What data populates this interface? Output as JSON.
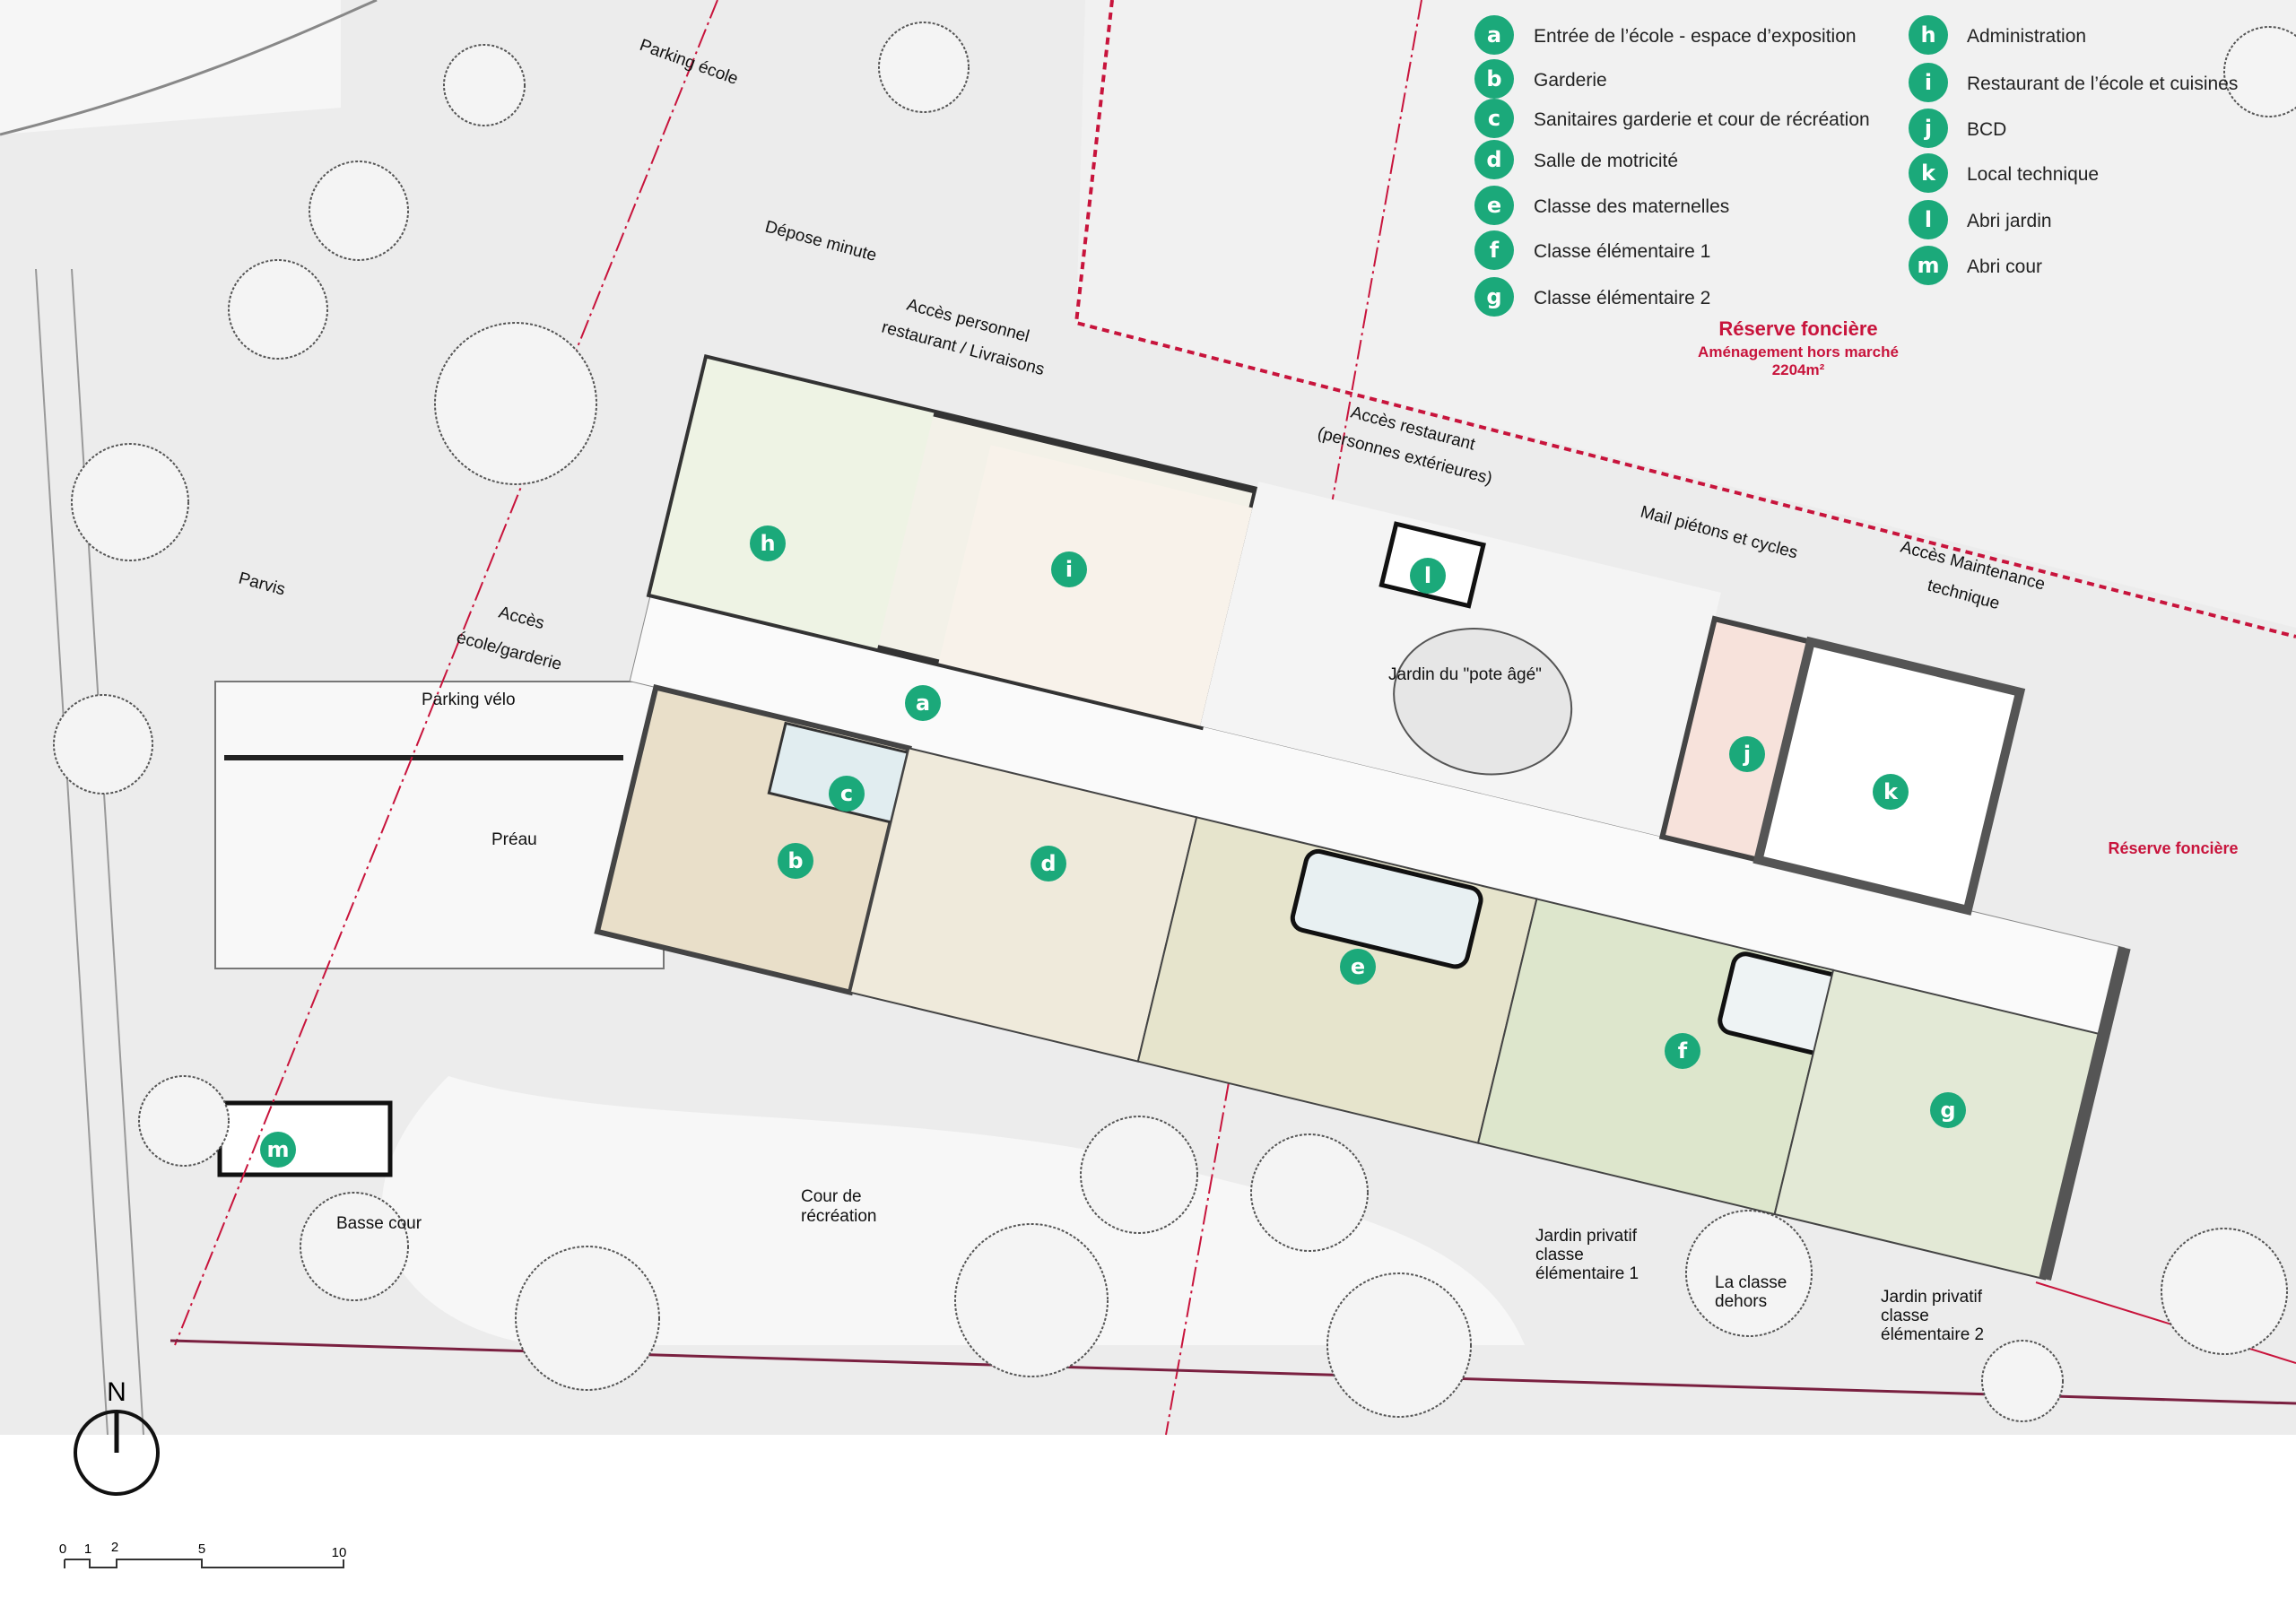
{
  "legend": {
    "items": [
      {
        "key": "a",
        "label": "Entrée de l’école - espace d’exposition"
      },
      {
        "key": "b",
        "label": "Garderie"
      },
      {
        "key": "c",
        "label": "Sanitaires garderie et cour de récréation"
      },
      {
        "key": "d",
        "label": "Salle de motricité"
      },
      {
        "key": "e",
        "label": "Classe des maternelles"
      },
      {
        "key": "f",
        "label": "Classe élémentaire 1"
      },
      {
        "key": "g",
        "label": "Classe élémentaire 2"
      },
      {
        "key": "h",
        "label": "Administration"
      },
      {
        "key": "i",
        "label": "Restaurant de l’école et cuisines"
      },
      {
        "key": "j",
        "label": "BCD"
      },
      {
        "key": "k",
        "label": "Local technique"
      },
      {
        "key": "l",
        "label": "Abri jardin"
      },
      {
        "key": "m",
        "label": "Abri cour"
      }
    ]
  },
  "reserve": {
    "title": "Réserve foncière",
    "subtitle": "Aménagement hors marché",
    "area": "2204m²",
    "east_label": "Réserve foncière"
  },
  "labels": {
    "parking_ecole": "Parking école",
    "depose_minute": "Dépose minute",
    "acces_personnel_1": "Accès personnel",
    "acces_personnel_2": "restaurant / Livraisons",
    "acces_restaurant_1": "Accès restaurant",
    "acces_restaurant_2": "(personnes extérieures)",
    "mail": "Mail piétons et cycles",
    "acces_maintenance_1": "Accès Maintenance",
    "acces_maintenance_2": "technique",
    "parvis": "Parvis",
    "acces_ecole_1": "Accès",
    "acces_ecole_2": "école/garderie",
    "parking_velo": "Parking vélo",
    "preau": "Préau",
    "jardin_pote": "Jardin du \"pote âgé\"",
    "cour_1": "Cour de",
    "cour_2": "récréation",
    "basse_cour": "Basse cour",
    "jardin1_1": "Jardin privatif",
    "jardin1_2": "classe",
    "jardin1_3": "élémentaire 1",
    "classe_dehors_1": "La classe",
    "classe_dehors_2": "dehors",
    "jardin2_1": "Jardin privatif",
    "jardin2_2": "classe",
    "jardin2_3": "élémentaire 2"
  },
  "north": "N",
  "scale_bar": [
    "0",
    "1",
    "2",
    "5",
    "10"
  ],
  "colors": {
    "marker": "#1ba97a",
    "boundary": "#c8143c"
  }
}
